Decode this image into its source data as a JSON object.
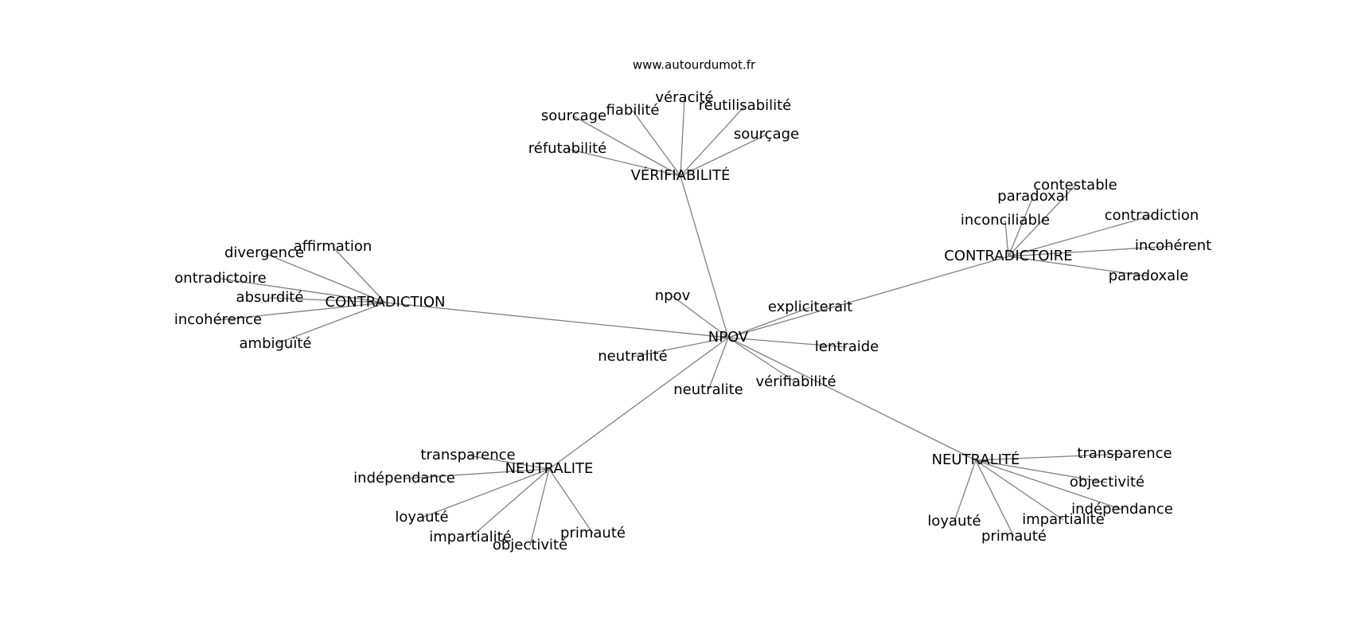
{
  "site": "www.autourdumot.fr",
  "center": "NPOV",
  "nodes": [
    {
      "id": "npov_c",
      "label": "NPOV"
    },
    {
      "id": "verif",
      "label": "VÉRIFIABILITÉ"
    },
    {
      "id": "contradictoire",
      "label": "CONTRADICTOIRE"
    },
    {
      "id": "contradiction",
      "label": "CONTRADICTION"
    },
    {
      "id": "neutralite_up",
      "label": "NEUTRALITE"
    },
    {
      "id": "neutralite_acc",
      "label": "NEUTRALITÉ"
    },
    {
      "id": "n_npov",
      "label": "npov"
    },
    {
      "id": "n_expl",
      "label": "expliciterait"
    },
    {
      "id": "n_lentraide",
      "label": "lentraide"
    },
    {
      "id": "n_verif",
      "label": "vérifiabilité"
    },
    {
      "id": "n_neutralite",
      "label": "neutralite"
    },
    {
      "id": "n_neutralite2",
      "label": "neutralité"
    },
    {
      "id": "v_sourcage",
      "label": "sourcage"
    },
    {
      "id": "v_fiabilite",
      "label": "fiabilité"
    },
    {
      "id": "v_veracite",
      "label": "véracité"
    },
    {
      "id": "v_reutil",
      "label": "réutilisabilité"
    },
    {
      "id": "v_sourcage2",
      "label": "sourçage"
    },
    {
      "id": "v_refut",
      "label": "réfutabilité"
    },
    {
      "id": "cd_contestable",
      "label": "contestable"
    },
    {
      "id": "cd_paradoxal",
      "label": "paradoxal"
    },
    {
      "id": "cd_inconciliable",
      "label": "inconciliable"
    },
    {
      "id": "cd_contradiction",
      "label": "contradiction"
    },
    {
      "id": "cd_incoherent",
      "label": "incohérent"
    },
    {
      "id": "cd_paradoxale",
      "label": "paradoxale"
    },
    {
      "id": "cn_affirmation",
      "label": "affirmation"
    },
    {
      "id": "cn_divergence",
      "label": "divergence"
    },
    {
      "id": "cn_ontradictoire",
      "label": "ontradictoire"
    },
    {
      "id": "cn_absurdite",
      "label": "absurdité"
    },
    {
      "id": "cn_incoherence",
      "label": "incohérence"
    },
    {
      "id": "cn_ambiguite",
      "label": "ambiguïté"
    },
    {
      "id": "nu_transparence",
      "label": "transparence"
    },
    {
      "id": "nu_independance",
      "label": "indépendance"
    },
    {
      "id": "nu_loyaute",
      "label": "loyauté"
    },
    {
      "id": "nu_impartialite",
      "label": "impartialité"
    },
    {
      "id": "nu_objectivite",
      "label": "objectivité"
    },
    {
      "id": "nu_primaute",
      "label": "primauté"
    },
    {
      "id": "na_transparence",
      "label": "transparence"
    },
    {
      "id": "na_objectivite",
      "label": "objectivité"
    },
    {
      "id": "na_independance",
      "label": "indépendance"
    },
    {
      "id": "na_impartialite",
      "label": "impartialité"
    },
    {
      "id": "na_primaute",
      "label": "primauté"
    },
    {
      "id": "na_loyaute",
      "label": "loyauté"
    }
  ],
  "edges": [
    [
      "npov_c",
      "verif"
    ],
    [
      "npov_c",
      "contradictoire"
    ],
    [
      "npov_c",
      "contradiction"
    ],
    [
      "npov_c",
      "neutralite_up"
    ],
    [
      "npov_c",
      "neutralite_acc"
    ],
    [
      "npov_c",
      "n_npov"
    ],
    [
      "npov_c",
      "n_expl"
    ],
    [
      "npov_c",
      "n_lentraide"
    ],
    [
      "npov_c",
      "n_verif"
    ],
    [
      "npov_c",
      "n_neutralite"
    ],
    [
      "npov_c",
      "n_neutralite2"
    ],
    [
      "verif",
      "v_sourcage"
    ],
    [
      "verif",
      "v_fiabilite"
    ],
    [
      "verif",
      "v_veracite"
    ],
    [
      "verif",
      "v_reutil"
    ],
    [
      "verif",
      "v_sourcage2"
    ],
    [
      "verif",
      "v_refut"
    ],
    [
      "contradictoire",
      "cd_contestable"
    ],
    [
      "contradictoire",
      "cd_paradoxal"
    ],
    [
      "contradictoire",
      "cd_inconciliable"
    ],
    [
      "contradictoire",
      "cd_contradiction"
    ],
    [
      "contradictoire",
      "cd_incoherent"
    ],
    [
      "contradictoire",
      "cd_paradoxale"
    ],
    [
      "contradiction",
      "cn_affirmation"
    ],
    [
      "contradiction",
      "cn_divergence"
    ],
    [
      "contradiction",
      "cn_ontradictoire"
    ],
    [
      "contradiction",
      "cn_absurdite"
    ],
    [
      "contradiction",
      "cn_incoherence"
    ],
    [
      "contradiction",
      "cn_ambiguite"
    ],
    [
      "neutralite_up",
      "nu_transparence"
    ],
    [
      "neutralite_up",
      "nu_independance"
    ],
    [
      "neutralite_up",
      "nu_loyaute"
    ],
    [
      "neutralite_up",
      "nu_impartialite"
    ],
    [
      "neutralite_up",
      "nu_objectivite"
    ],
    [
      "neutralite_up",
      "nu_primaute"
    ],
    [
      "neutralite_acc",
      "na_transparence"
    ],
    [
      "neutralite_acc",
      "na_objectivite"
    ],
    [
      "neutralite_acc",
      "na_independance"
    ],
    [
      "neutralite_acc",
      "na_impartialite"
    ],
    [
      "neutralite_acc",
      "na_primaute"
    ],
    [
      "neutralite_acc",
      "na_loyaute"
    ]
  ]
}
